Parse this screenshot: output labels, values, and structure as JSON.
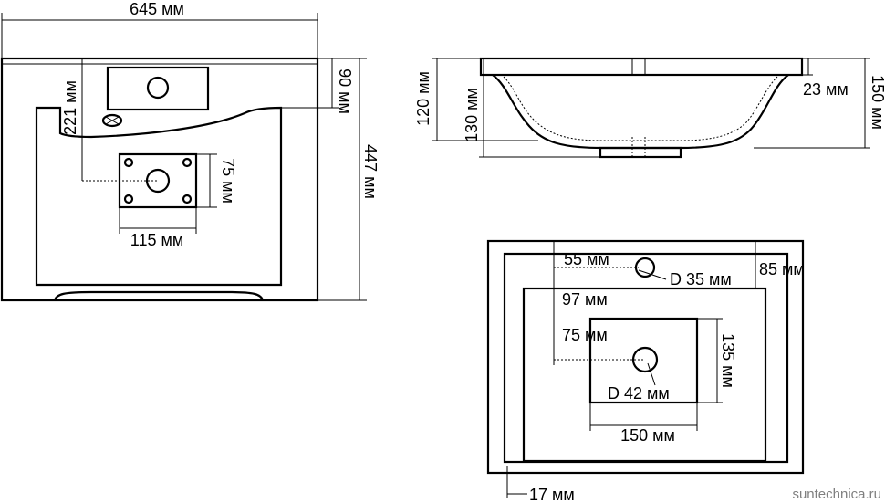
{
  "top_view": {
    "width": "645 мм",
    "depth": "447 мм",
    "back_to_bowl": "90 мм",
    "back_to_drain": "221 мм",
    "plate_height": "75 мм",
    "plate_width": "115 мм"
  },
  "side_view": {
    "rim_height": "23 мм",
    "total_height": "150 мм",
    "bowl_height": "120 мм",
    "body_height": "130 мм"
  },
  "bottom_view": {
    "hole_offset": "55 мм",
    "hole_diameter": "D 35 мм",
    "hole_depth": "85 мм",
    "inner_offset": "97 мм",
    "drain_offset": "75 мм",
    "drain_diameter": "D 42 мм",
    "plate_height": "135 мм",
    "plate_width": "150 мм",
    "edge": "17 мм"
  },
  "watermark": "suntechnica.ru"
}
